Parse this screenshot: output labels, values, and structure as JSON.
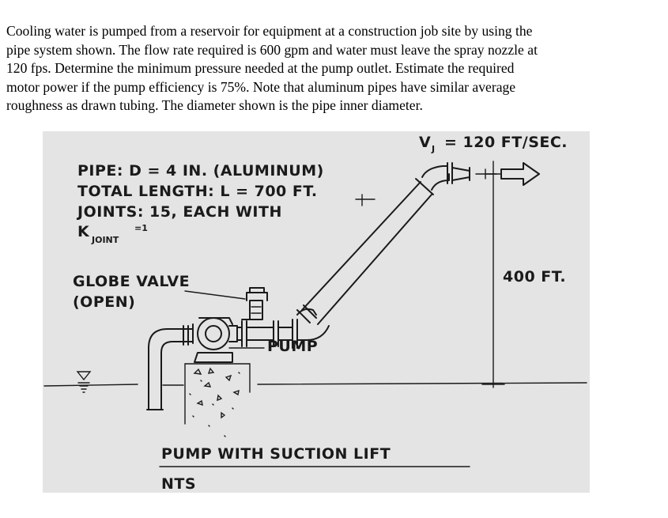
{
  "problem": {
    "lines": [
      "Cooling water is pumped from a reservoir for equipment at a construction job site by using the",
      "pipe system shown. The flow rate required is 600 gpm and water must leave the spray nozzle at",
      "120 fps. Determine the minimum pressure needed at the pump outlet. Estimate the required",
      "motor power if the pump efficiency is 75%. Note that aluminum pipes have similar average",
      "roughness as drawn tubing. The diameter shown is the pipe inner diameter."
    ]
  },
  "figure": {
    "velocity_symbol": "V",
    "velocity_subscript": "J",
    "velocity_value": "= 120 FT/SEC.",
    "pipe_line_1": "PIPE: D = 4 IN. (ALUMINUM)",
    "pipe_line_2": "TOTAL LENGTH: L = 700 FT.",
    "pipe_line_3": "JOINTS: 15, EACH WITH",
    "k_symbol": "K",
    "k_subscript": "JOINT",
    "k_value": "=1",
    "height_label": "400 FT.",
    "valve_line_1": "GLOBE VALVE",
    "valve_line_2": "(OPEN)",
    "pump_label": "PUMP",
    "caption": "PUMP WITH SUCTION LIFT",
    "scale_note": "NTS"
  }
}
